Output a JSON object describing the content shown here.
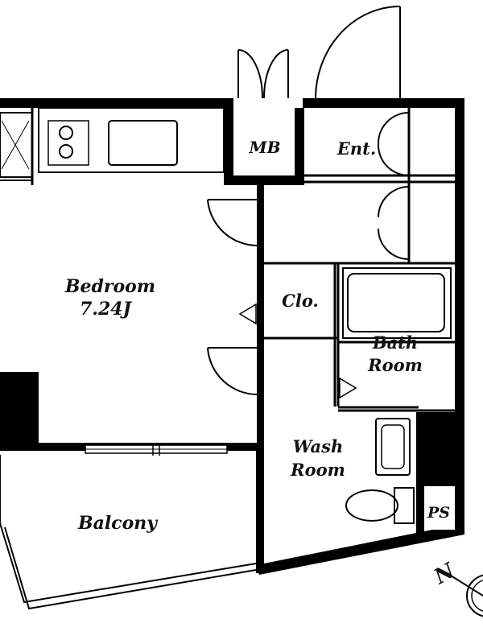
{
  "floor_plan": {
    "rooms": {
      "bedroom": {
        "name": "Bedroom",
        "size": "7.24J"
      },
      "mb": {
        "name": "MB"
      },
      "entrance": {
        "name": "Ent."
      },
      "closet": {
        "name": "Clo."
      },
      "bath": {
        "line1": "Bath",
        "line2": "Room"
      },
      "wash": {
        "line1": "Wash",
        "line2": "Room"
      },
      "balcony": {
        "name": "Balcony"
      },
      "ps": {
        "name": "PS"
      }
    },
    "compass": {
      "north_label": "N"
    }
  }
}
